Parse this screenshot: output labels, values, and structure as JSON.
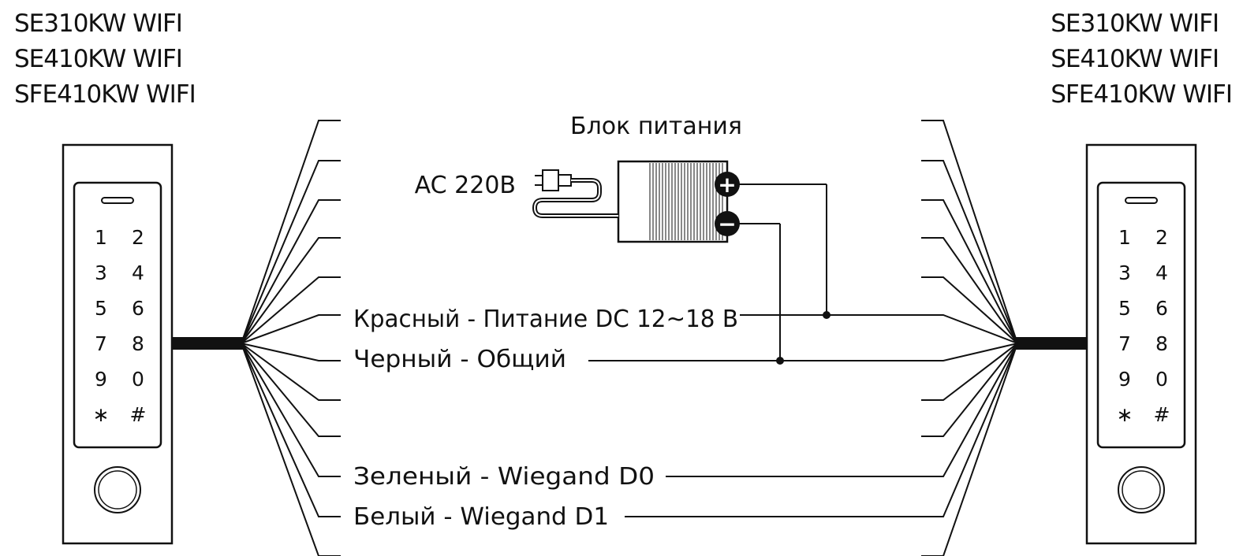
{
  "left_device": {
    "models": [
      "SE310KW WIFI",
      "SE410KW WIFI",
      "SFE410KW WIFI"
    ],
    "keypad": [
      "1",
      "2",
      "3",
      "4",
      "5",
      "6",
      "7",
      "8",
      "9",
      "0",
      "∗",
      "#"
    ]
  },
  "right_device": {
    "models": [
      "SE310KW WIFI",
      "SE410KW WIFI",
      "SFE410KW WIFI"
    ],
    "keypad": [
      "1",
      "2",
      "3",
      "4",
      "5",
      "6",
      "7",
      "8",
      "9",
      "0",
      "∗",
      "#"
    ]
  },
  "power_supply": {
    "label": "Блок питания",
    "input_label": "AC 220В",
    "plus_symbol": "+",
    "minus_symbol": "−"
  },
  "wires": {
    "red": "Красный - Питание DC 12~18 В",
    "black": "Черный - Общий",
    "green": "Зеленый - Wiegand D0",
    "white": "Белый - Wiegand D1"
  },
  "colors": {
    "line": "#111111",
    "background": "#ffffff"
  }
}
